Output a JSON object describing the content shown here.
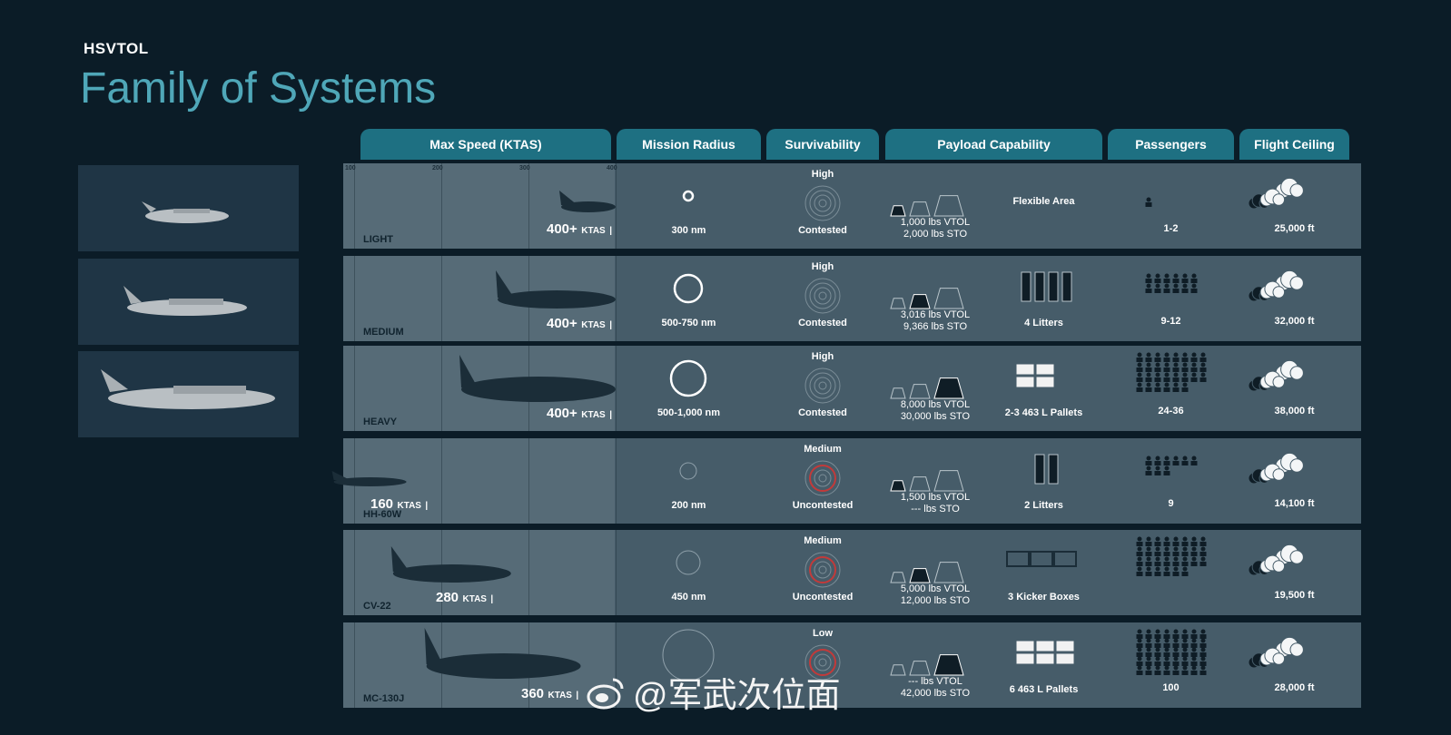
{
  "brand": "HSVTOL",
  "title": "Family of Systems",
  "headers": {
    "max_speed": "Max Speed (KTAS)",
    "mission_radius": "Mission Radius",
    "survivability": "Survivability",
    "payload": "Payload Capability",
    "passengers": "Passengers",
    "flight_ceiling": "Flight Ceiling"
  },
  "ticks": [
    "100",
    "200",
    "300",
    "400"
  ],
  "rows": [
    {
      "label": "LIGHT",
      "speed_num": "400+",
      "speed_unit": "KTAS",
      "radius": "300 nm",
      "surv_level": "High",
      "surv_env": "Contested",
      "payload_vtol": "1,000 lbs VTOL",
      "payload_sto": "2,000 lbs STO",
      "payload_desc": "Flexible Area",
      "passengers": "1-2",
      "ceiling": "25,000 ft"
    },
    {
      "label": "MEDIUM",
      "speed_num": "400+",
      "speed_unit": "KTAS",
      "radius": "500-750 nm",
      "surv_level": "High",
      "surv_env": "Contested",
      "payload_vtol": "3,016 lbs VTOL",
      "payload_sto": "9,366 lbs STO",
      "payload_desc": "4 Litters",
      "passengers": "9-12",
      "ceiling": "32,000 ft"
    },
    {
      "label": "HEAVY",
      "speed_num": "400+",
      "speed_unit": "KTAS",
      "radius": "500-1,000 nm",
      "surv_level": "High",
      "surv_env": "Contested",
      "payload_vtol": "8,000 lbs VTOL",
      "payload_sto": "30,000 lbs STO",
      "payload_desc": "2-3 463 L Pallets",
      "passengers": "24-36",
      "ceiling": "38,000 ft"
    },
    {
      "label": "HH-60W",
      "speed_num": "160",
      "speed_unit": "KTAS",
      "radius": "200 nm",
      "surv_level": "Medium",
      "surv_env": "Uncontested",
      "payload_vtol": "1,500 lbs VTOL",
      "payload_sto": "--- lbs STO",
      "payload_desc": "2 Litters",
      "passengers": "9",
      "ceiling": "14,100 ft"
    },
    {
      "label": "CV-22",
      "speed_num": "280",
      "speed_unit": "KTAS",
      "radius": "450 nm",
      "surv_level": "Medium",
      "surv_env": "Uncontested",
      "payload_vtol": "5,000 lbs VTOL",
      "payload_sto": "12,000 lbs STO",
      "payload_desc": "3 Kicker Boxes",
      "passengers": "",
      "ceiling": "19,500 ft"
    },
    {
      "label": "MC-130J",
      "speed_num": "360",
      "speed_unit": "KTAS",
      "radius": "",
      "surv_level": "Low",
      "surv_env": "",
      "payload_vtol": "--- lbs VTOL",
      "payload_sto": "42,000 lbs STO",
      "payload_desc": "6 463 L Pallets",
      "passengers": "100",
      "ceiling": "28,000 ft"
    }
  ],
  "watermark": "@军武次位面",
  "colors": {
    "background": "#0b1c27",
    "accent": "#1e7082",
    "title": "#4fa7b8",
    "row": "#465c69"
  }
}
